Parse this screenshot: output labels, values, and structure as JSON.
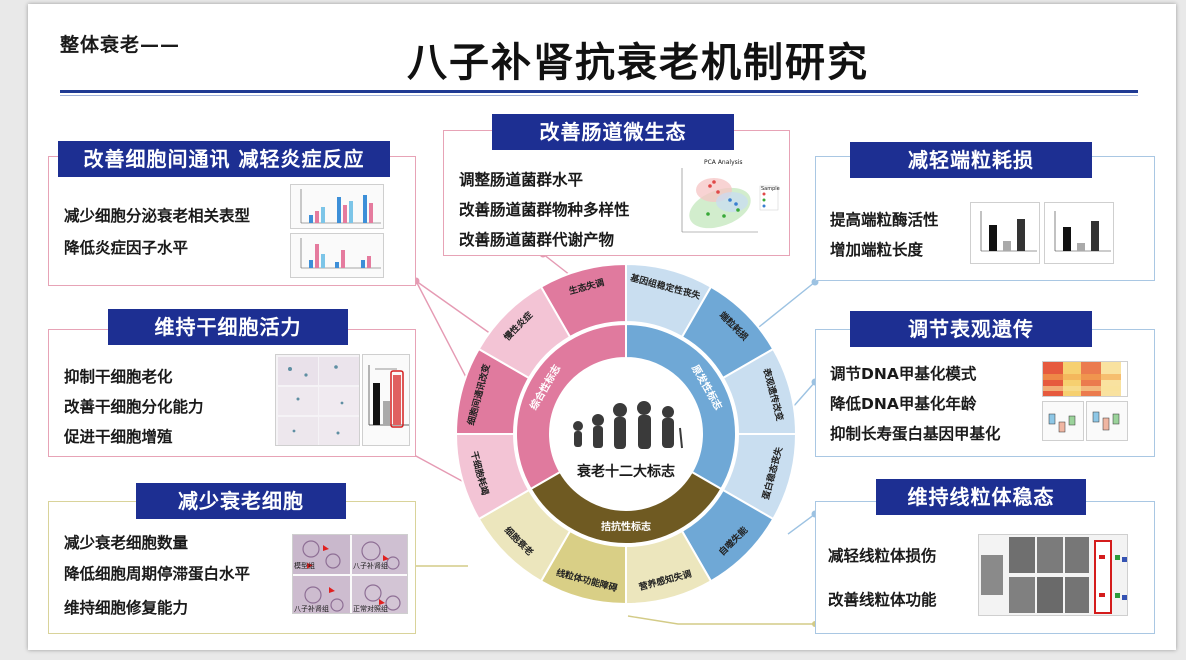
{
  "header": {
    "subtitle": "整体衰老——",
    "title": "八子补肾抗衰老机制研究"
  },
  "boxes": {
    "intercellular": {
      "title": "改善细胞间通讯  减轻炎症反应",
      "items": [
        "减少细胞分泌衰老相关表型",
        "降低炎症因子水平"
      ]
    },
    "stem_cell": {
      "title": "维持干细胞活力",
      "items": [
        "抑制干细胞老化",
        "改善干细胞分化能力",
        "促进干细胞增殖"
      ]
    },
    "senescent": {
      "title": "减少衰老细胞",
      "items": [
        "减少衰老细胞数量",
        "降低细胞周期停滞蛋白水平",
        "维持细胞修复能力"
      ],
      "image_labels": [
        "模型组",
        "八子补肾组",
        "八子补肾组",
        "正常对照组"
      ]
    },
    "gut": {
      "title": "改善肠道微生态",
      "items": [
        "调整肠道菌群水平",
        "改善肠道菌群物种多样性",
        "改善肠道菌群代谢产物"
      ],
      "chart_title": "PCA Analysis",
      "legend_title": "Sample"
    },
    "telomere": {
      "title": "减轻端粒耗损",
      "items": [
        "提高端粒酶活性",
        "增加端粒长度"
      ]
    },
    "epigenetic": {
      "title": "调节表观遗传",
      "items": [
        "调节DNA甲基化模式",
        "降低DNA甲基化年龄",
        "抑制长寿蛋白基因甲基化"
      ]
    },
    "mito": {
      "title": "维持线粒体稳态",
      "items": [
        "减轻线粒体损伤",
        "改善线粒体功能"
      ]
    }
  },
  "wheel": {
    "center_label": "衰老十二大标志",
    "inner_ring": [
      "综合性标志",
      "原发性标志",
      "拮抗性标志"
    ],
    "outer_segments": [
      "生态失调",
      "基因组稳定性丧失",
      "端粒耗损",
      "表观遗传改变",
      "蛋白稳态丧失",
      "自噬失能",
      "营养感知失调",
      "线粒体功能障碍",
      "细胞衰老",
      "干细胞耗竭",
      "细胞间通讯改变",
      "慢性炎症"
    ]
  },
  "colors": {
    "navy": "#1d2f92",
    "pink": "#e07a9e",
    "pink_light": "#f3c4d5",
    "blue": "#6fa8d6",
    "blue_light": "#c9def0",
    "olive": "#d9cf86",
    "olive_light": "#ece6bd",
    "brown": "#6f5a22"
  }
}
